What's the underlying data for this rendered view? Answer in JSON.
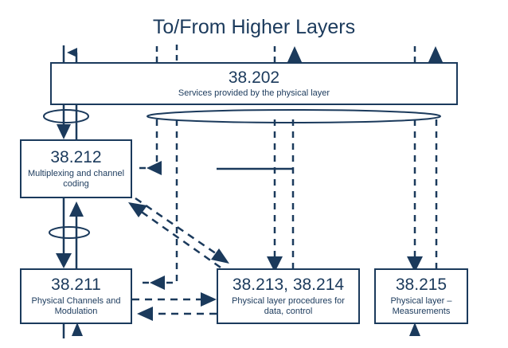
{
  "diagram": {
    "title": "To/From Higher Layers",
    "accent_color": "#1b3a5c",
    "background_color": "#ffffff",
    "nodes": [
      {
        "id": "38.202",
        "description": "Services provided by the physical layer"
      },
      {
        "id": "38.212",
        "description": "Multiplexing and channel coding"
      },
      {
        "id": "38.211",
        "description": "Physical Channels and Modulation"
      },
      {
        "id": "38.213, 38.214",
        "description": "Physical layer procedures for data, control"
      },
      {
        "id": "38.215",
        "description": "Physical layer – Measurements"
      }
    ]
  }
}
